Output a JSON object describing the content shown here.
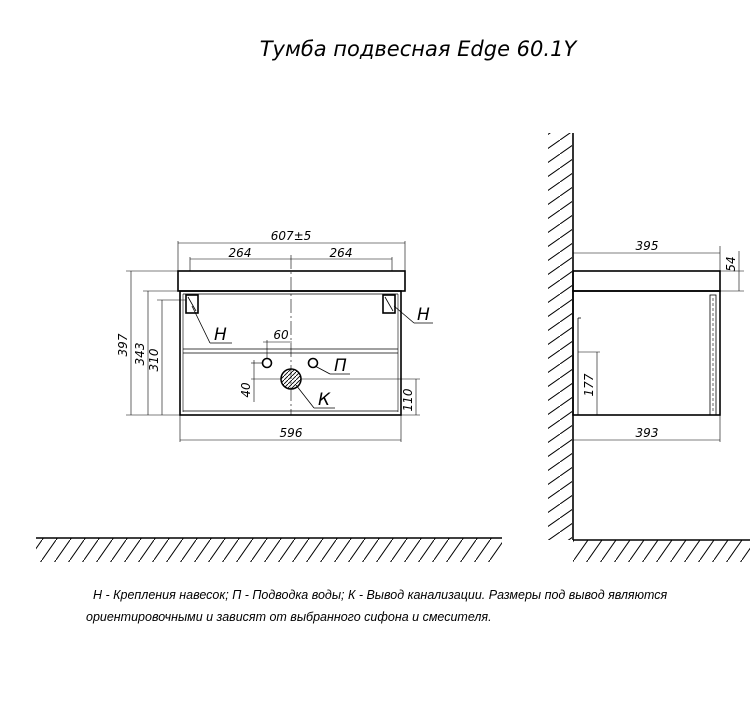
{
  "title": "Тумба подвесная Edge 60.1Y",
  "front_view": {
    "dim_overall_width": "607±5",
    "dim_left_half": "264",
    "dim_right_half": "264",
    "dim_bottom_width": "596",
    "dim_height_total": "397",
    "dim_height_343": "343",
    "dim_height_310": "310",
    "dim_water_spacing": "60",
    "dim_water_offset": "40",
    "dim_drain_height": "110",
    "label_mount_left": "Н",
    "label_mount_right": "Н",
    "label_water": "П",
    "label_drain": "К"
  },
  "side_view": {
    "dim_top_depth": "395",
    "dim_top_thickness": "54",
    "dim_inner_height": "177",
    "dim_bottom_depth": "393"
  },
  "legend_line1": "Н - Крепления навесок; П - Подводка воды; К - Вывод канализации. Размеры под вывод являются",
  "legend_line2": "ориентировочными и зависят от выбранного сифона и смесителя."
}
